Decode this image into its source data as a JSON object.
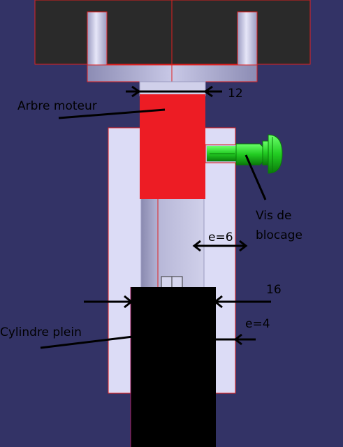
{
  "labels": {
    "arbre_moteur": "Arbre moteur",
    "dim_12": "12",
    "vis_de_blocage_line1": "Vis de",
    "vis_de_blocage_line2": "blocage",
    "e6": "e=6",
    "dim_16": "16",
    "e4": "e=4",
    "cylindre_plein": "Cylindre plein"
  },
  "colors": {
    "background": "#333366",
    "motor_body": "#2a2a2a",
    "flange": "#a0a0c8",
    "housing": "#dcdcf6",
    "shaft_red": "#ed1c24",
    "outline_red": "#e02020",
    "screw_green": "#22cc22",
    "solid_cylinder": "#000000",
    "annotation": "#000000"
  }
}
